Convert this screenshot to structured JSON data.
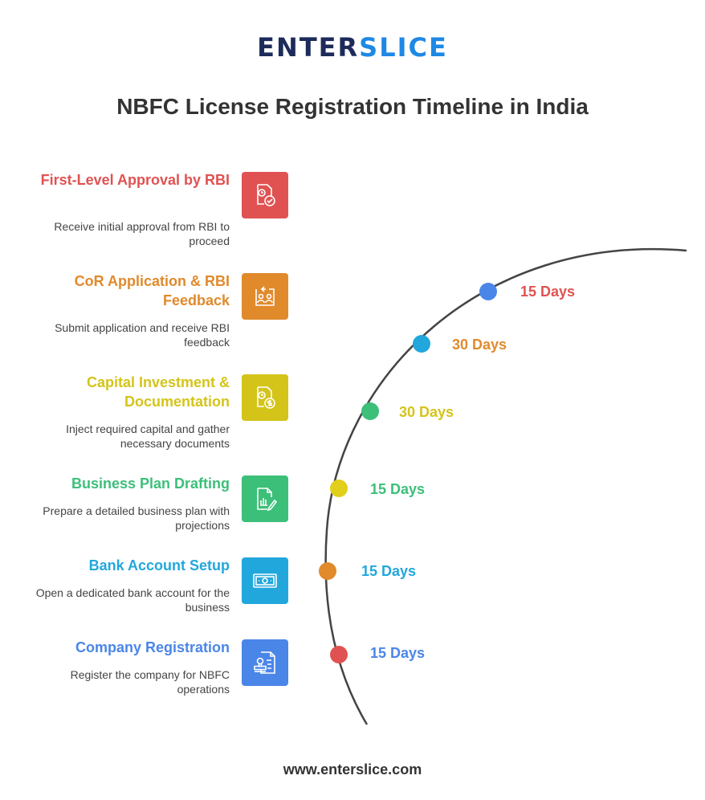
{
  "logo": {
    "part1": "ENTER",
    "part2": "SLICE"
  },
  "title": "NBFC License Registration Timeline in India",
  "steps": [
    {
      "title": "First-Level Approval by RBI",
      "desc": "Receive initial approval from RBI to proceed",
      "days": "15 Days",
      "color": "#e05252",
      "icon": "clock-check-icon",
      "dot_color": "#4a86e8"
    },
    {
      "title": "CoR Application & RBI Feedback",
      "desc": "Submit application and receive RBI feedback",
      "days": "30 Days",
      "color": "#e08a2c",
      "icon": "people-exchange-icon",
      "dot_color": "#22a7dc"
    },
    {
      "title": "Capital Investment & Documentation",
      "desc": "Inject required capital and gather necessary documents",
      "days": "30 Days",
      "color": "#d4c41a",
      "icon": "clock-dollar-icon",
      "dot_color": "#3cbf79"
    },
    {
      "title": "Business Plan Drafting",
      "desc": "Prepare a detailed business plan with projections",
      "days": "15 Days",
      "color": "#3cbf79",
      "icon": "document-chart-icon",
      "dot_color": "#e2cf1b"
    },
    {
      "title": "Bank Account Setup",
      "desc": "Open a dedicated bank account for the business",
      "days": "15 Days",
      "color": "#22a7dc",
      "icon": "banknote-icon",
      "dot_color": "#e08a2c"
    },
    {
      "title": "Company Registration",
      "desc": "Register the company for NBFC operations",
      "days": "15 Days",
      "color": "#4a86e8",
      "icon": "stamp-document-icon",
      "dot_color": "#e05252"
    }
  ],
  "footer": "www.enterslice.com"
}
